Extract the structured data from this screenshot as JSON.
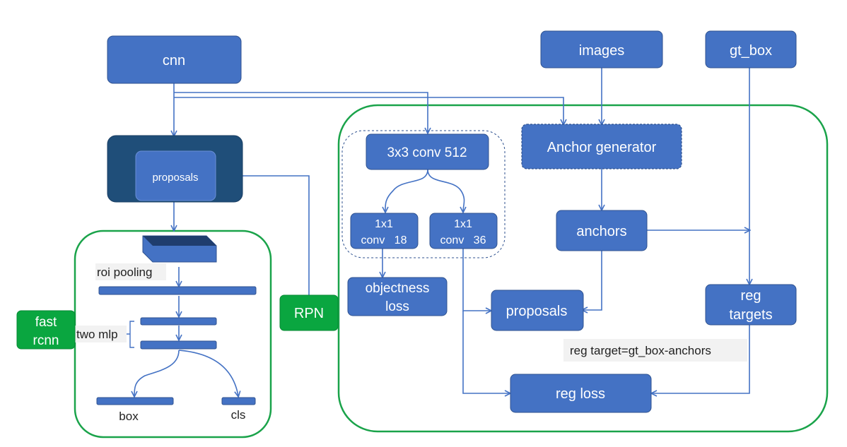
{
  "nodes": {
    "cnn": "cnn",
    "images": "images",
    "gt_box": "gt_box",
    "proposals_left": "proposals",
    "conv3x3": "3x3  conv  512",
    "anchor_generator": "Anchor generator",
    "conv1x1_18_a": "1x1",
    "conv1x1_18_b": "conv   18",
    "conv1x1_36_a": "1x1",
    "conv1x1_36_b": "conv   36",
    "anchors": "anchors",
    "objectness_loss_a": "objectness",
    "objectness_loss_b": "loss",
    "proposals_right": "proposals",
    "reg_targets_a": "reg",
    "reg_targets_b": "targets",
    "reg_loss": "reg loss"
  },
  "labels": {
    "roi_pooling": "roi pooling",
    "two_mlp": "two mlp",
    "box": "box",
    "cls": "cls",
    "reg_target_formula": "reg target=gt_box-anchors"
  },
  "tags": {
    "rpn": "RPN",
    "fast_rcnn_a": "fast",
    "fast_rcnn_b": "rcnn"
  },
  "colors": {
    "node": "#4472c4",
    "node_dark": "#1f4e79",
    "group_border": "#1aa34a",
    "tag_fill": "#0aa640"
  }
}
